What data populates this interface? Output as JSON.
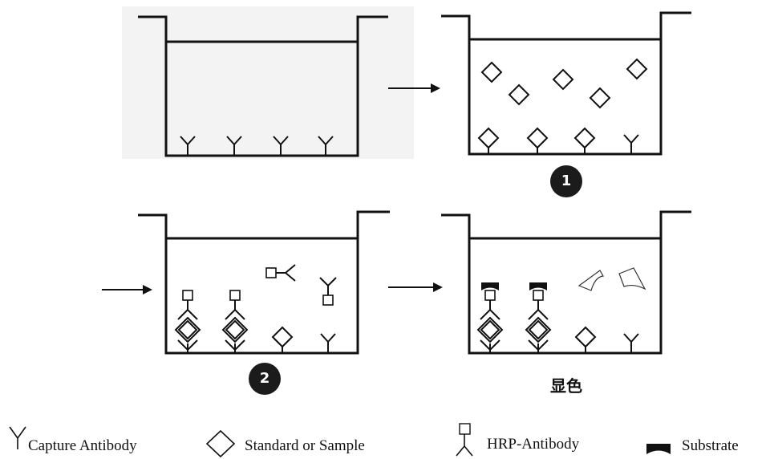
{
  "steps": {
    "step1": "1",
    "step2": "2",
    "step3": "显色"
  },
  "legend": {
    "capture_antibody": "Capture Antibody",
    "standard_or_sample": "Standard or Sample",
    "hrp_antibody": "HRP-Antibody",
    "substrate": "Substrate"
  },
  "colors": {
    "line": "#111111",
    "panel_bg": "#f3f3f3",
    "badge": "#1b1b1b"
  }
}
